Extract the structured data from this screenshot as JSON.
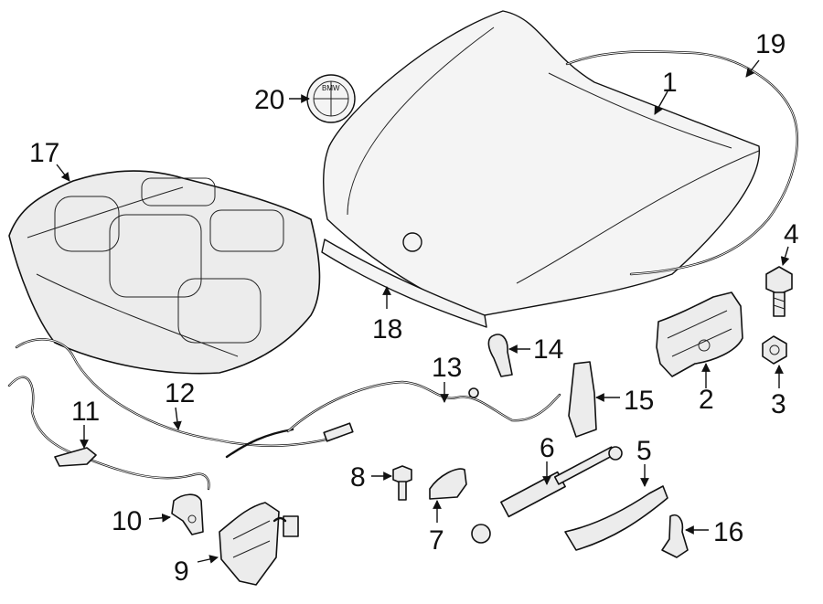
{
  "callouts": {
    "c1": "1",
    "c2": "2",
    "c3": "3",
    "c4": "4",
    "c5": "5",
    "c6": "6",
    "c7": "7",
    "c8": "8",
    "c9": "9",
    "c10": "10",
    "c11": "11",
    "c12": "12",
    "c13": "13",
    "c14": "14",
    "c15": "15",
    "c16": "16",
    "c17": "17",
    "c18": "18",
    "c19": "19",
    "c20": "20"
  },
  "emblem": {
    "text": "BMW"
  },
  "colors": {
    "line": "#111111",
    "fill": "#ececec",
    "background": "#ffffff"
  }
}
